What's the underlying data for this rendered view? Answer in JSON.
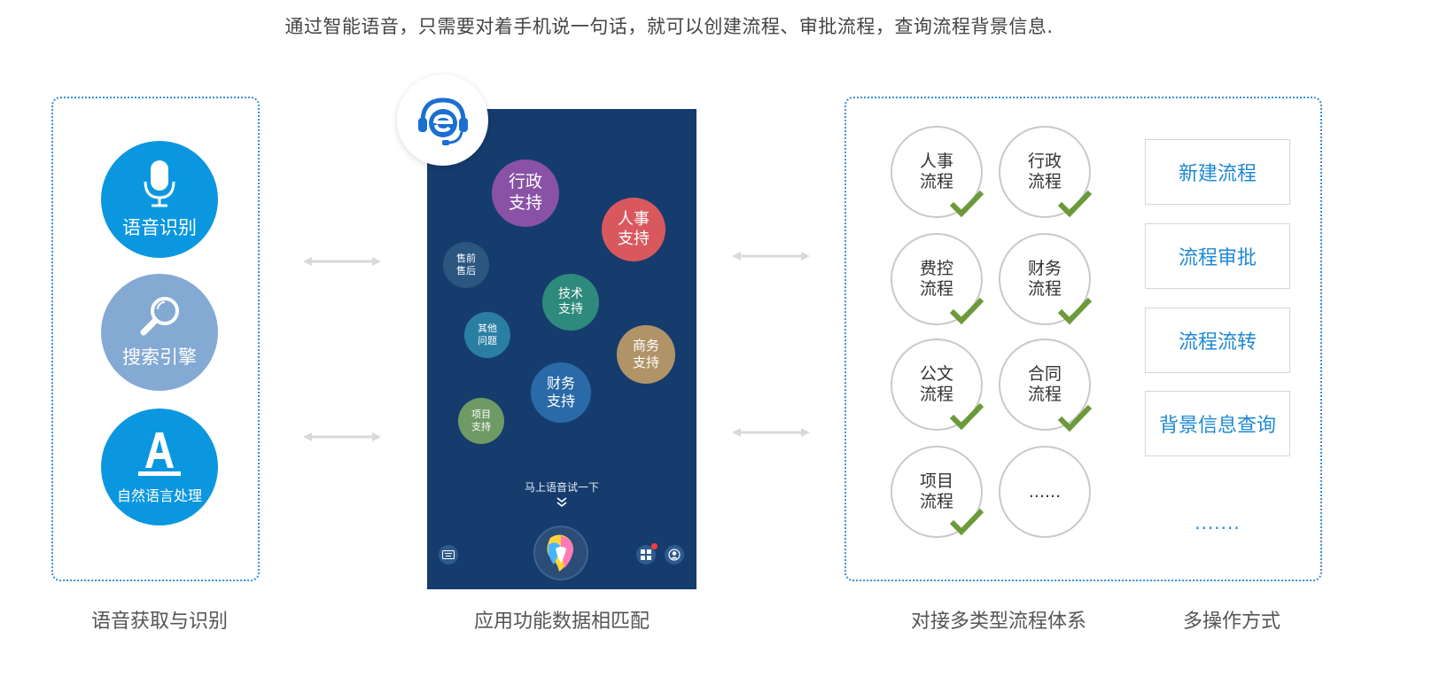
{
  "headline": "通过智能语音，只需要对着手机说一句话，就可以创建流程、审批流程，查询流程背景信息.",
  "left_panel": {
    "items": [
      {
        "label": "语音识别",
        "icon": "microphone-icon",
        "color": "#0b97e0"
      },
      {
        "label": "搜索引擎",
        "icon": "magnifier-icon",
        "color": "#84a9d3"
      },
      {
        "label": "自然语言处理",
        "icon": "letter-a-icon",
        "color": "#0b97e0"
      }
    ],
    "caption": "语音获取与识别"
  },
  "phone": {
    "bubbles": [
      {
        "text": "行政\n支持",
        "color": "#8a52a6"
      },
      {
        "text": "人事\n支持",
        "color": "#d9585e"
      },
      {
        "text": "售前\n售后",
        "color": "#2b5680"
      },
      {
        "text": "技术\n支持",
        "color": "#2e8a7c"
      },
      {
        "text": "其他\n问题",
        "color": "#2b7ea3"
      },
      {
        "text": "商务\n支持",
        "color": "#b09468"
      },
      {
        "text": "财务\n支持",
        "color": "#2a6aa8"
      },
      {
        "text": "项目\n支持",
        "color": "#6f9a66"
      }
    ],
    "prompt": "马上语音试一下",
    "caption": "应用功能数据相匹配"
  },
  "flows": {
    "items": [
      "人事\n流程",
      "行政\n流程",
      "费控\n流程",
      "财务\n流程",
      "公文\n流程",
      "合同\n流程",
      "项目\n流程",
      "......"
    ],
    "caption": "对接多类型流程体系"
  },
  "operations": {
    "items": [
      "新建流程",
      "流程审批",
      "流程流转",
      "背景信息查询"
    ],
    "ellipsis": ".......",
    "caption": "多操作方式"
  },
  "colors": {
    "accent": "#1e88d3",
    "check": "#6c9a3a",
    "phone_bg": "#163c6e"
  }
}
